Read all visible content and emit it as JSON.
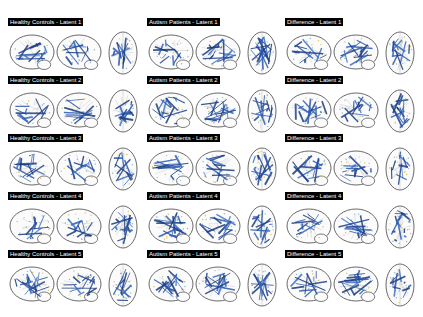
{
  "diagram": {
    "nodes": [
      {
        "text": [
          "Healthy Controls - Latent 1"
        ]
      },
      {
        "text": [
          "Autism Patients - Latent 1"
        ]
      },
      {
        "text": [
          "Difference - Latent 1"
        ]
      },
      {
        "text": [
          "Healthy Controls - Latent 2"
        ]
      },
      {
        "text": [
          "Autism Patients - Latent 2"
        ]
      },
      {
        "text": [
          "Difference - Latent 2"
        ]
      },
      {
        "text": [
          "Healthy Controls - Latent 3"
        ]
      },
      {
        "text": [
          "Autism Patients - Latent 3"
        ]
      },
      {
        "text": [
          "Difference - Latent 3"
        ]
      },
      {
        "text": [
          "Healthy Controls - Latent 4"
        ]
      },
      {
        "text": [
          "Autism Patients - Latent 4"
        ]
      },
      {
        "text": [
          "Difference - Latent 4"
        ]
      },
      {
        "text": [
          "Healthy Controls - Latent 5"
        ]
      },
      {
        "text": [
          "Autism Patients - Latent 5"
        ]
      },
      {
        "text": [
          "Difference - Latent 5"
        ]
      }
    ]
  }
}
